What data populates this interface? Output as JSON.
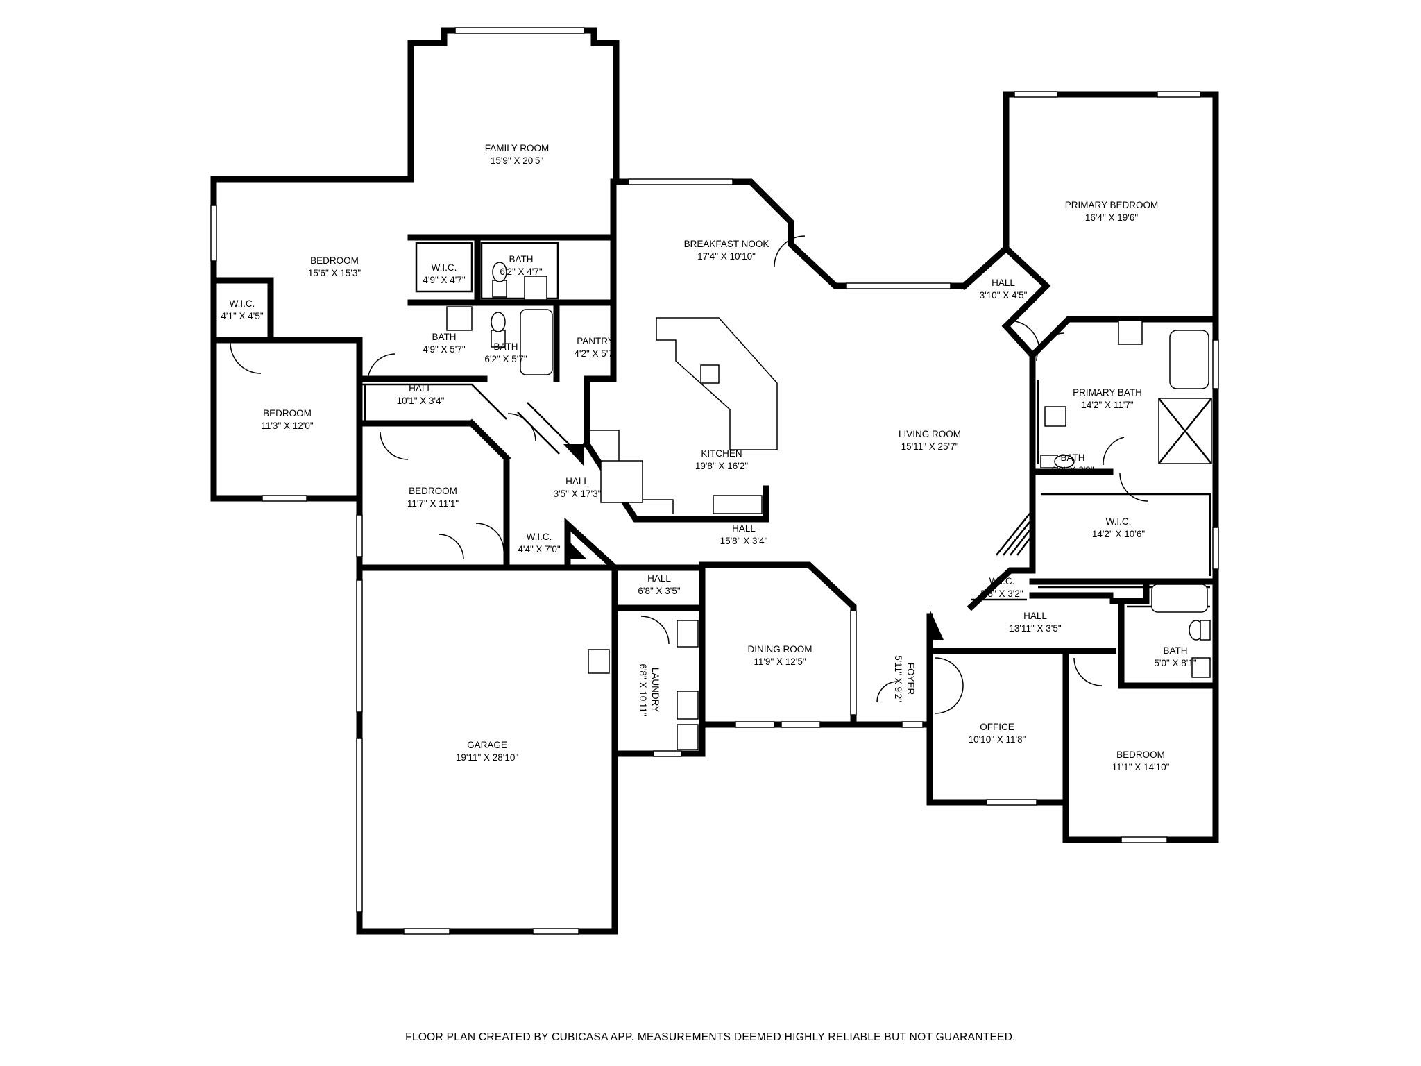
{
  "rooms": [
    {
      "id": "family-room",
      "name": "FAMILY ROOM",
      "dims": "15'9\" X 20'5\""
    },
    {
      "id": "bedroom-nw",
      "name": "BEDROOM",
      "dims": "15'6\" X 15'3\""
    },
    {
      "id": "wic-nw",
      "name": "W.I.C.",
      "dims": "4'1\" X 4'5\""
    },
    {
      "id": "wic-family",
      "name": "W.I.C.",
      "dims": "4'9\" X 4'7\""
    },
    {
      "id": "bath-upper",
      "name": "BATH",
      "dims": "6'2\" X 4'7\""
    },
    {
      "id": "bath-small",
      "name": "BATH",
      "dims": "4'9\" X 5'7\""
    },
    {
      "id": "bath-mid",
      "name": "BATH",
      "dims": "6'2\" X 5'7\""
    },
    {
      "id": "pantry",
      "name": "PANTRY",
      "dims": "4'2\" X 5'7\""
    },
    {
      "id": "breakfast-nook",
      "name": "BREAKFAST NOOK",
      "dims": "17'4\" X 10'10\""
    },
    {
      "id": "primary-bedroom",
      "name": "PRIMARY BEDROOM",
      "dims": "16'4\" X 19'6\""
    },
    {
      "id": "hall-primary",
      "name": "HALL",
      "dims": "3'10\" X 4'5\""
    },
    {
      "id": "primary-bath",
      "name": "PRIMARY BATH",
      "dims": "14'2\" X 11'7\""
    },
    {
      "id": "bath-primary-wc",
      "name": "BATH",
      "dims": "6'0\" X 2'9\""
    },
    {
      "id": "bedroom-west",
      "name": "BEDROOM",
      "dims": "11'3\" X 12'0\""
    },
    {
      "id": "hall-west",
      "name": "HALL",
      "dims": "10'1\" X 3'4\""
    },
    {
      "id": "kitchen",
      "name": "KITCHEN",
      "dims": "19'8\" X 16'2\""
    },
    {
      "id": "living-room",
      "name": "LIVING ROOM",
      "dims": "15'11\" X 25'7\""
    },
    {
      "id": "hall-diagonal",
      "name": "HALL",
      "dims": "3'5\" X 17'3\""
    },
    {
      "id": "bedroom-center",
      "name": "BEDROOM",
      "dims": "11'7\" X 11'1\""
    },
    {
      "id": "wic-center",
      "name": "W.I.C.",
      "dims": "4'4\" X 7'0\""
    },
    {
      "id": "hall-kitchen",
      "name": "HALL",
      "dims": "15'8\" X 3'4\""
    },
    {
      "id": "wic-primary",
      "name": "W.I.C.",
      "dims": "14'2\" X 10'6\""
    },
    {
      "id": "wic-small-east",
      "name": "W.I.C.",
      "dims": "5'3\" X 3'2\""
    },
    {
      "id": "hall-laundry",
      "name": "HALL",
      "dims": "6'8\" X 3'5\""
    },
    {
      "id": "hall-east",
      "name": "HALL",
      "dims": "13'11\" X 3'5\""
    },
    {
      "id": "bath-east",
      "name": "BATH",
      "dims": "5'0\" X 8'1\""
    },
    {
      "id": "laundry",
      "name": "LAUNDRY",
      "dims": "6'8\" X 10'11\""
    },
    {
      "id": "dining-room",
      "name": "DINING ROOM",
      "dims": "11'9\" X 12'5\""
    },
    {
      "id": "foyer",
      "name": "FOYER",
      "dims": "5'11\" X 9'2\""
    },
    {
      "id": "office",
      "name": "OFFICE",
      "dims": "10'10\" X 11'8\""
    },
    {
      "id": "bedroom-se",
      "name": "BEDROOM",
      "dims": "11'1\" X 14'10\""
    },
    {
      "id": "garage",
      "name": "GARAGE",
      "dims": "19'11\" X 28'10\""
    }
  ],
  "footer": {
    "text": "FLOOR PLAN CREATED BY CUBICASA APP. MEASUREMENTS DEEMED HIGHLY RELIABLE BUT NOT GUARANTEED."
  }
}
